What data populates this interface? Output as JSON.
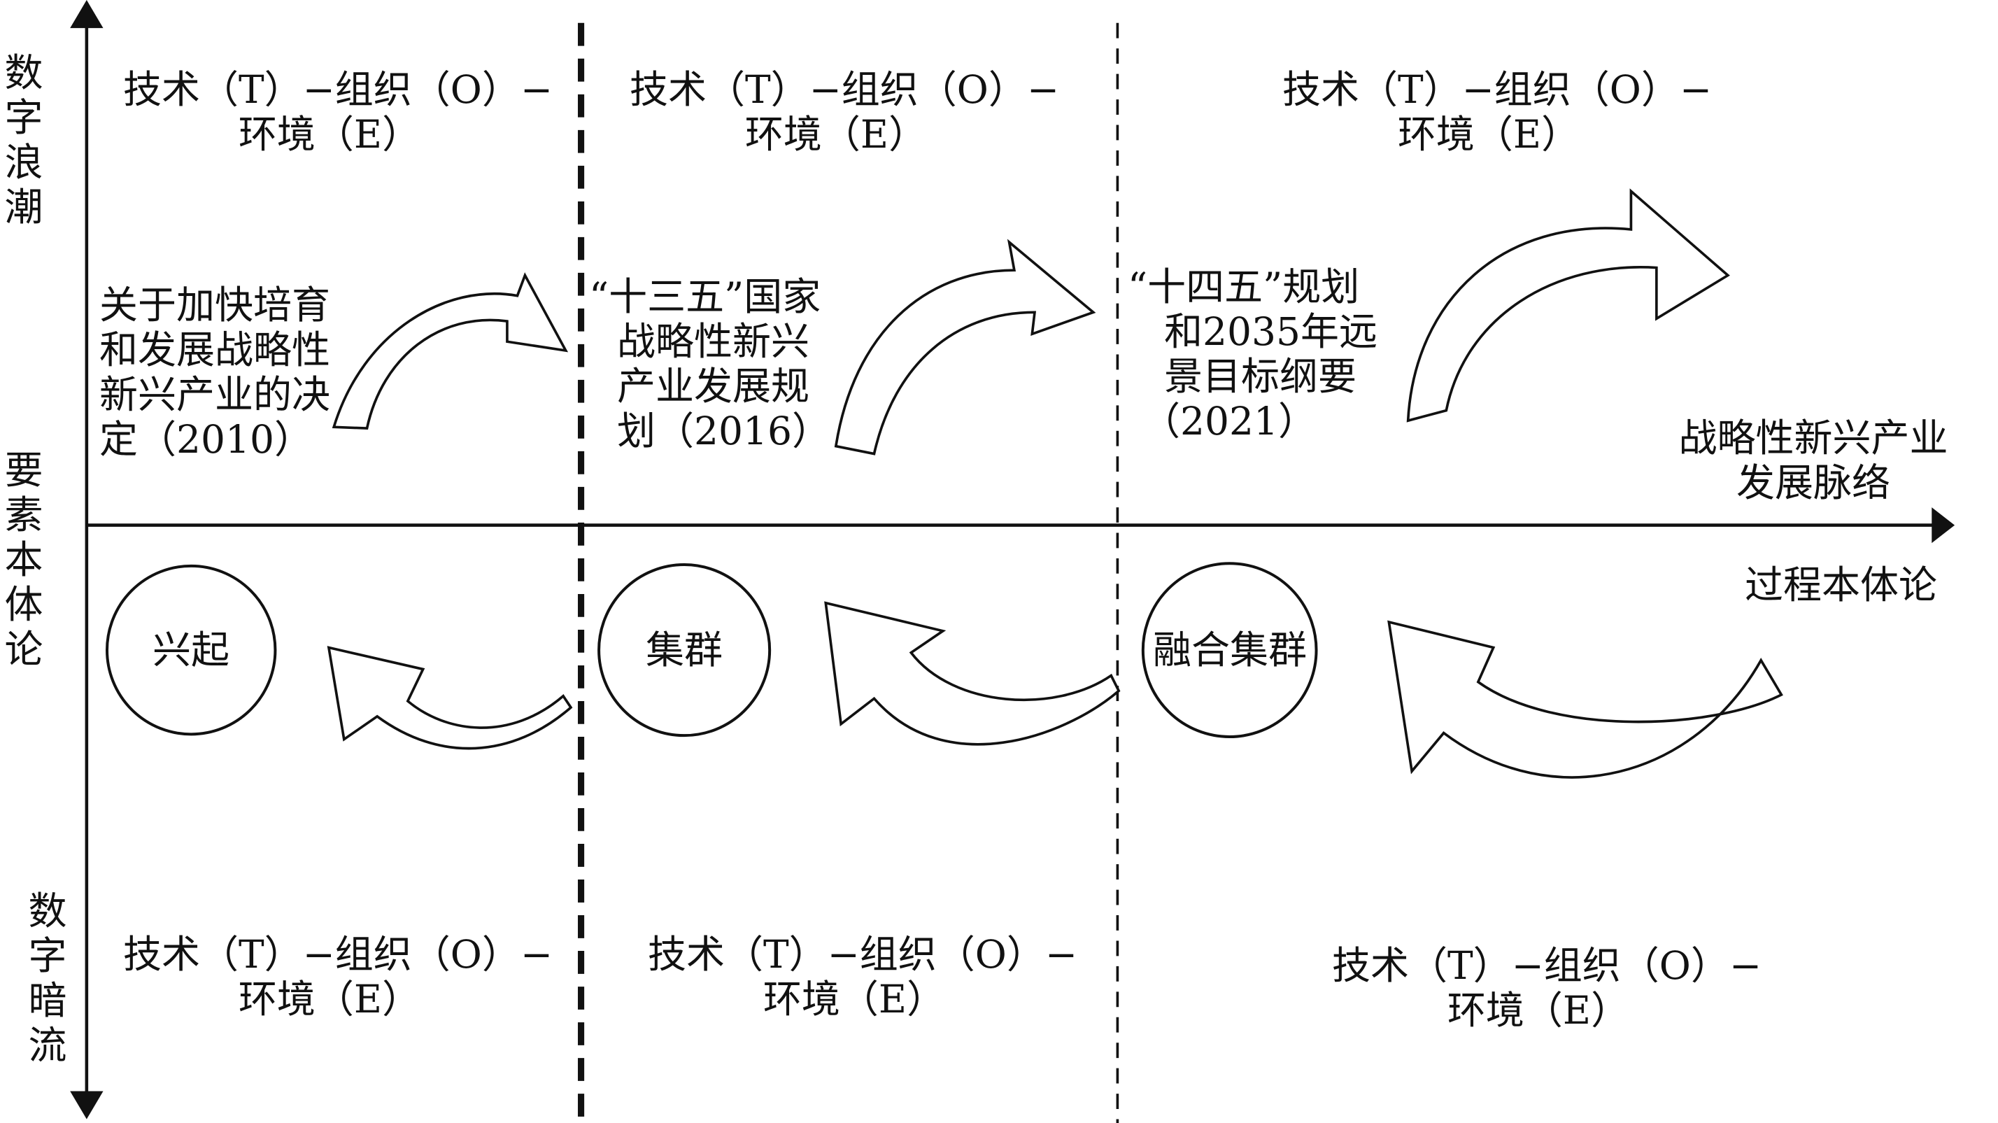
{
  "y_axis": {
    "top": "数字浪潮",
    "middle": "要素本体论",
    "bottom": "数字暗流"
  },
  "x_axis": {
    "upper_label": [
      "战略性新兴产业",
      "发展脉络"
    ],
    "lower_label": "过程本体论"
  },
  "toe_label": [
    "技术（T）−组织（O）−",
    "环境（E）"
  ],
  "stages": [
    {
      "policy": [
        "关于加快培育",
        "和发展战略性",
        "新兴产业的决",
        "定（2010）"
      ],
      "circle": "兴起"
    },
    {
      "policy": [
        "“十三五”国家",
        "战略性新兴",
        "产业发展规",
        "划（2016）"
      ],
      "circle": "集群"
    },
    {
      "policy": [
        "“十四五”规划",
        "和2035年远",
        "景目标纲要",
        "（2021）"
      ],
      "circle": "融合集群"
    }
  ],
  "colors": {
    "stroke": "#111111",
    "background": "#ffffff"
  }
}
